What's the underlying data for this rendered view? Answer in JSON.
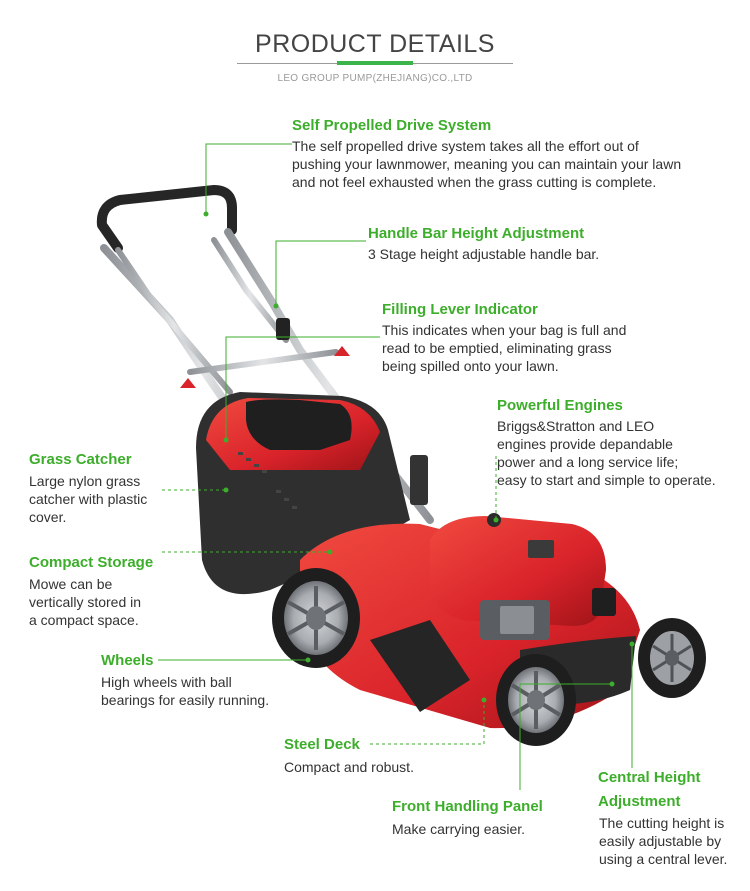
{
  "header": {
    "title": "PRODUCT DETAILS",
    "subtitle": "LEO GROUP PUMP(ZHEJIANG)CO.,LTD"
  },
  "colors": {
    "accent_green": "#3dae2b",
    "mower_red": "#d9232a",
    "mower_dark": "#2b2b2b",
    "steel": "#b9bcc0"
  },
  "features": [
    {
      "id": "self-propelled",
      "title": "Self Propelled Drive System",
      "lines": [
        "The self propelled drive system takes all the effort out of",
        "pushing your lawnmower, meaning you can maintain your lawn",
        "and not feel exhausted when the grass cutting is complete."
      ]
    },
    {
      "id": "handle-bar",
      "title": "Handle Bar Height Adjustment",
      "lines": [
        "3 Stage height adjustable handle bar."
      ]
    },
    {
      "id": "filling-lever",
      "title": "Filling Lever Indicator",
      "lines": [
        "This indicates when your bag is full and",
        "read to be emptied, eliminating grass",
        "being spilled onto your lawn."
      ]
    },
    {
      "id": "powerful-engines",
      "title": "Powerful Engines",
      "lines": [
        "Briggs&Stratton and LEO",
        "engines provide depandable",
        "power and a long service life;",
        "easy to start and simple to operate."
      ]
    },
    {
      "id": "grass-catcher",
      "title": "Grass Catcher",
      "lines": [
        "Large nylon grass",
        "catcher with plastic",
        "cover."
      ]
    },
    {
      "id": "compact-storage",
      "title": "Compact Storage",
      "lines": [
        "Mowe can be",
        "vertically stored in",
        "a compact space."
      ]
    },
    {
      "id": "wheels",
      "title": "Wheels",
      "lines": [
        "High wheels with ball",
        "bearings for easily running."
      ]
    },
    {
      "id": "steel-deck",
      "title": "Steel Deck",
      "lines": [
        "Compact and robust."
      ]
    },
    {
      "id": "front-handling",
      "title": "Front Handling Panel",
      "lines": [
        "Make carrying easier."
      ]
    },
    {
      "id": "central-height",
      "title": "Central Height",
      "title2": "Adjustment",
      "lines": [
        "The cutting height is",
        "easily adjustable by",
        "using a central lever."
      ]
    }
  ]
}
